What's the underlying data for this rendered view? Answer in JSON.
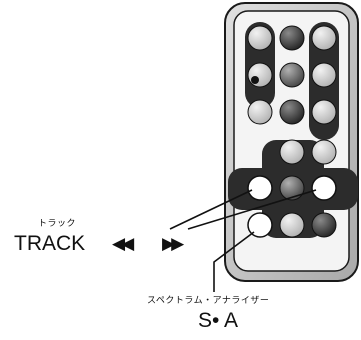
{
  "labels": {
    "track_ruby": "トラック",
    "track": "TRACK",
    "rewind_symbol": "◀◀",
    "forward_symbol": "▶▶",
    "sa_ruby": "スペクトラム・アナライザー",
    "sa": "S• A"
  },
  "colors": {
    "remote_body": "#c8c8c8",
    "remote_panel": "#f2f2f2",
    "button_dark": "#3b3b3b",
    "button_mid": "#6e6e6e",
    "button_light": "#c7c7c7",
    "button_white": "#ffffff",
    "callout_line": "#111111"
  }
}
